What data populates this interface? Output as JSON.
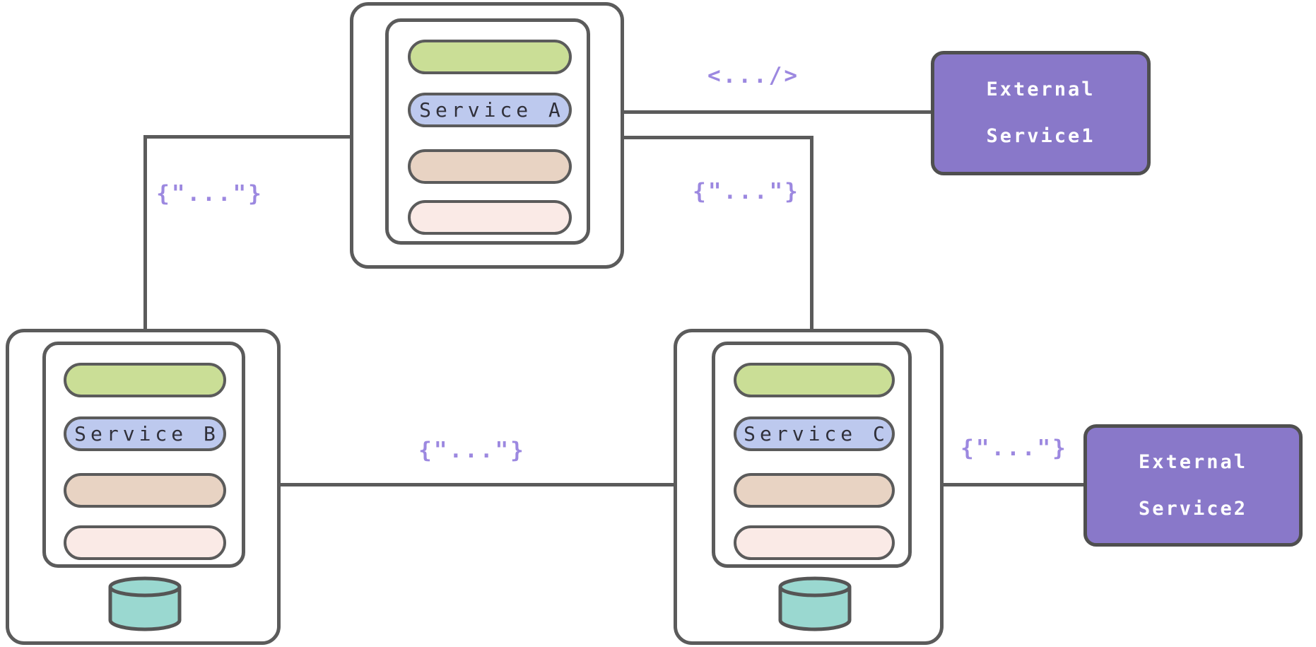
{
  "diagram": {
    "title": "microservices-architecture",
    "services": {
      "a": {
        "label": "Service A"
      },
      "b": {
        "label": "Service B"
      },
      "c": {
        "label": "Service C"
      }
    },
    "external": {
      "service1": {
        "line1": "External",
        "line2": "Service1"
      },
      "service2": {
        "line1": "External",
        "line2": "Service2"
      }
    },
    "edge_labels": {
      "a_external1": "<.../>",
      "a_b": "{\"...\"}",
      "a_c": "{\"...\"}",
      "b_c": "{\"...\"}",
      "c_external2": "{\"...\"}"
    },
    "colors": {
      "line": "#5b5b5b",
      "green_pill": "#cade96",
      "blue_pill": "#bdc9ee",
      "tan_pill": "#e8d3c3",
      "pink_pill": "#faeae6",
      "database": "#9ad8d0",
      "external_box": "#8978c9",
      "edge_label_text": "#9c88e0",
      "service_label_text": "#30303a",
      "external_label_text": "#ffffff"
    }
  }
}
